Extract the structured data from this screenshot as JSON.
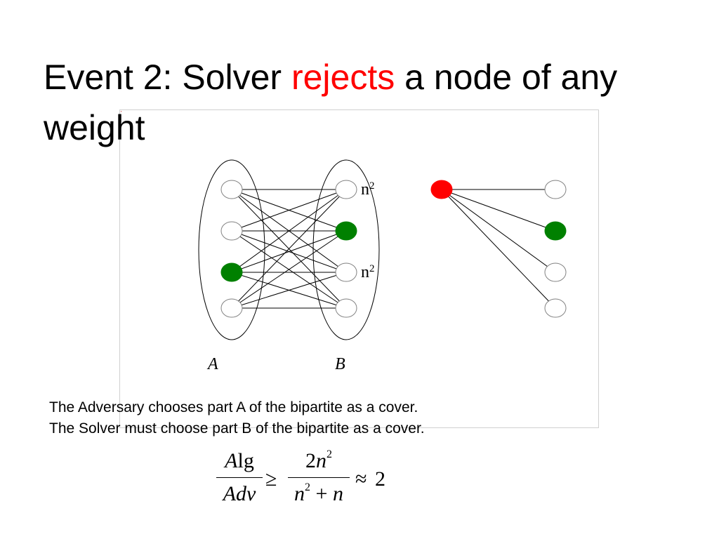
{
  "title": {
    "part1": "Event 2:  Solver ",
    "highlight": "rejects",
    "part2": " a node of any weight",
    "highlight_color": "#ff0000"
  },
  "diagram": {
    "left_graph": {
      "part_a_label": "A",
      "part_b_label": "B",
      "weight_label_base": "n",
      "weight_label_exp": "2",
      "part_a_nodes": [
        "white",
        "white",
        "green",
        "white"
      ],
      "part_b_nodes": [
        "white",
        "green",
        "white",
        "white"
      ]
    },
    "right_graph": {
      "left_node": "red",
      "right_nodes": [
        "white",
        "green",
        "white",
        "white"
      ]
    },
    "colors": {
      "green": "#008000",
      "red": "#ff0000",
      "white": "#ffffff",
      "stroke": "#808080"
    }
  },
  "caption": {
    "line1": "The Adversary chooses part A of the bipartite as a cover.",
    "line2": "The Solver must choose part B of the bipartite as a cover."
  },
  "formula": {
    "lhs_num_a": "A",
    "lhs_num_b": "lg",
    "lhs_den": "Adv",
    "geq": "≥",
    "rhs_num_coef": "2",
    "rhs_num_var": "n",
    "rhs_num_exp": "2",
    "rhs_den_var1": "n",
    "rhs_den_exp": "2",
    "rhs_den_plus": "+",
    "rhs_den_var2": "n",
    "approx": "≈",
    "result": "2"
  }
}
